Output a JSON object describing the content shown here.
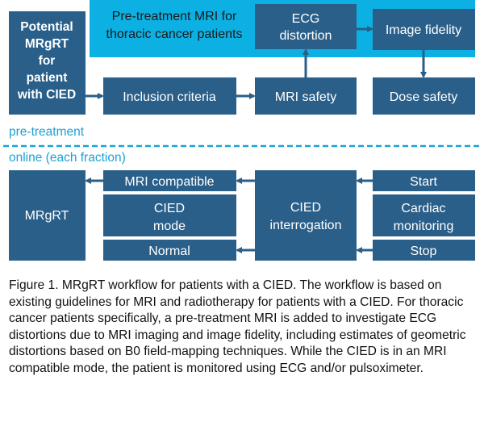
{
  "colors": {
    "dark_blue": "#2a5f89",
    "light_blue": "#0db0e3",
    "white": "#ffffff",
    "dark_text": "#1a1a1a",
    "phase_label": "#1ba2d6"
  },
  "diagram": {
    "boxes": {
      "patient": "Potential MRgRT for patient with CIED",
      "inclusion": "Inclusion criteria",
      "mri_safety": "MRI safety",
      "dose_safety": "Dose safety",
      "pretreat_mri": "Pre-treatment MRI for thoracic cancer patients",
      "ecg_distortion": "ECG distortion",
      "image_fidelity": "Image fidelity",
      "start": "Start",
      "cardiac_monitoring": "Cardiac monitoring",
      "stop": "Stop",
      "cied_interrogation": "CIED interrogation",
      "mri_compatible": "MRI compatible",
      "cied_mode": "CIED mode",
      "normal": "Normal",
      "mrgrt": "MRgRT"
    },
    "phases": {
      "pre_treatment": "pre-treatment",
      "online": "online (each fraction)"
    }
  },
  "caption": "Figure 1. MRgRT workflow for patients with a CIED. The workflow is based on existing guidelines for MRI and radiotherapy for patients with a CIED. For thoracic cancer patients specifically, a pre-treatment MRI is added to investigate ECG distortions due to MRI imaging and image fidelity, including estimates of geometric distortions based on B0 field-mapping techniques. While the CIED is in an MRI compatible mode, the patient is monitored using ECG and/or pulsoximeter."
}
